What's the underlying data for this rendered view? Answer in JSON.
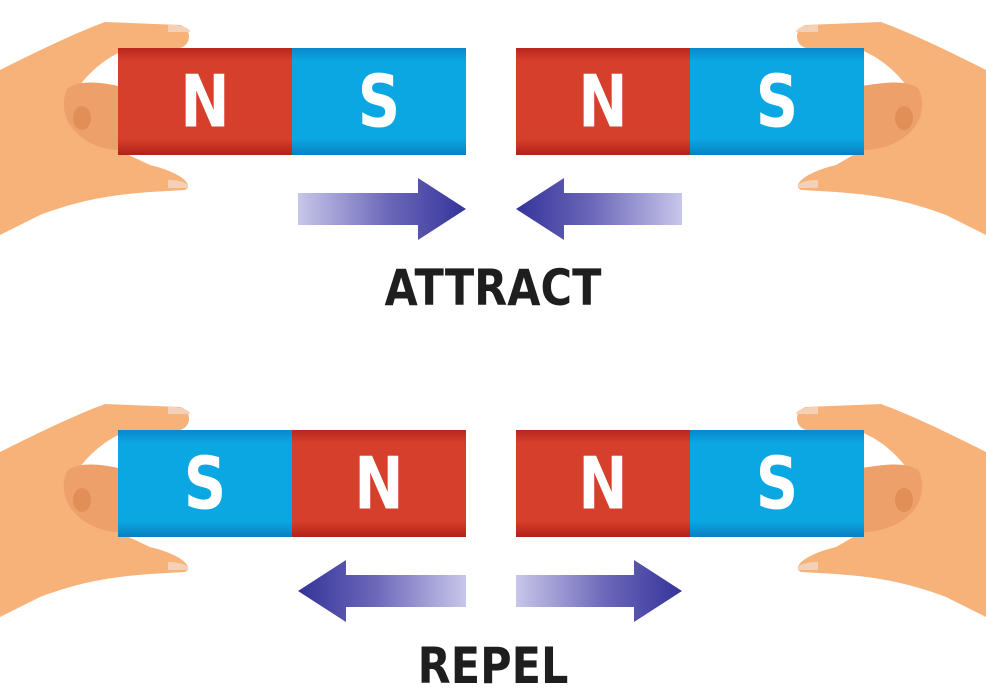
{
  "colors": {
    "north": "#d63f2c",
    "north_dark": "#b8261c",
    "south": "#0aa7e2",
    "south_dark": "#0a82c6",
    "pole_text": "#ffffff",
    "skin": "#f7b27a",
    "skin_shadow": "#e99a5e",
    "skin_dark": "#d9844a",
    "arrow_dark": "#3a3a9a",
    "arrow_light": "#c8c6ea",
    "caption": "#1e1e1e"
  },
  "sections": [
    {
      "id": "attract",
      "caption": "ATTRACT",
      "magnets": [
        {
          "side": "left",
          "poles": [
            {
              "label": "N",
              "type": "north"
            },
            {
              "label": "S",
              "type": "south"
            }
          ]
        },
        {
          "side": "right",
          "poles": [
            {
              "label": "N",
              "type": "north"
            },
            {
              "label": "S",
              "type": "south"
            }
          ]
        }
      ],
      "arrows": [
        {
          "side": "left",
          "direction": "right"
        },
        {
          "side": "right",
          "direction": "left"
        }
      ]
    },
    {
      "id": "repel",
      "caption": "REPEL",
      "magnets": [
        {
          "side": "left",
          "poles": [
            {
              "label": "S",
              "type": "south"
            },
            {
              "label": "N",
              "type": "north"
            }
          ]
        },
        {
          "side": "right",
          "poles": [
            {
              "label": "N",
              "type": "north"
            },
            {
              "label": "S",
              "type": "south"
            }
          ]
        }
      ],
      "arrows": [
        {
          "side": "left",
          "direction": "left"
        },
        {
          "side": "right",
          "direction": "right"
        }
      ]
    }
  ]
}
